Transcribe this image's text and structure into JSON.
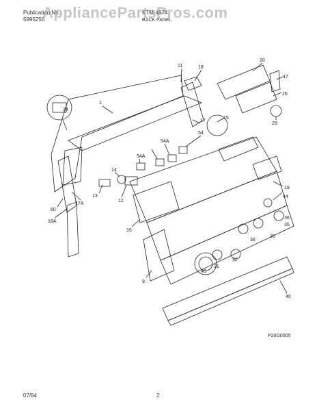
{
  "header": {
    "publication_label": "Publication No.",
    "publication_number": "5995256",
    "model": "KTM-4874",
    "section": "BACK PANEL",
    "watermark": "AppliancePartsPros.com"
  },
  "part_labels": [
    "11",
    "18",
    "20",
    "47",
    "26",
    "29",
    "15",
    "17",
    "54",
    "54A",
    "54A",
    "1",
    "24",
    "14",
    "13",
    "12",
    "60",
    "17A",
    "18A",
    "16",
    "19",
    "44",
    "36",
    "35",
    "35",
    "36",
    "32",
    "31",
    "46",
    "9",
    "40"
  ],
  "drawing_id": "P20G0005",
  "footer": {
    "date": "07/94",
    "page": "2"
  }
}
